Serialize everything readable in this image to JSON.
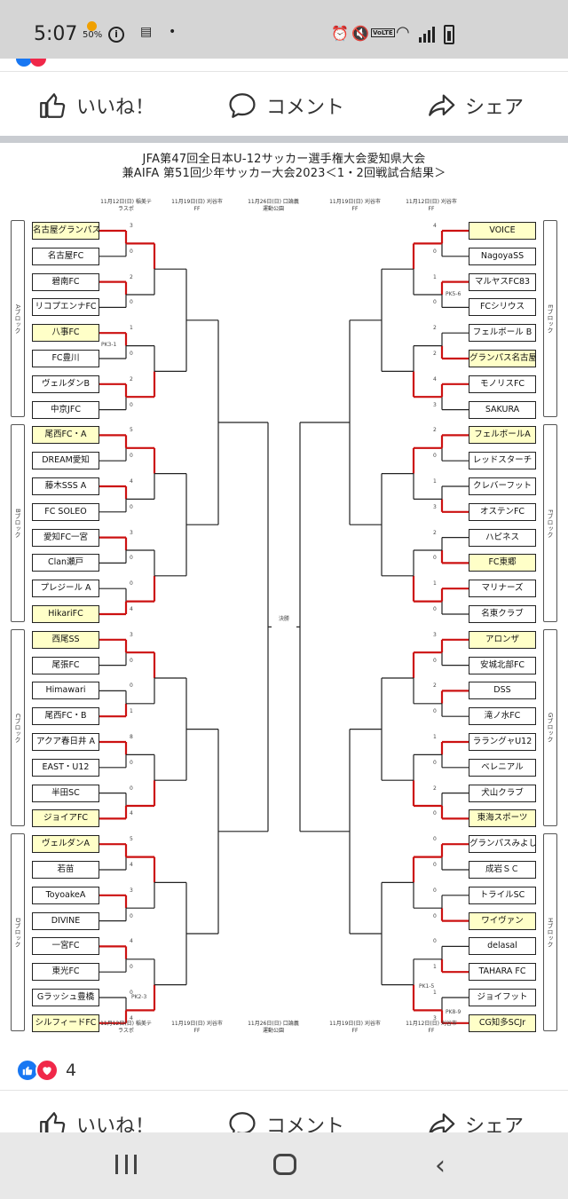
{
  "status": {
    "time": "5:07",
    "weather_percent": "50%",
    "network": "VoLTE"
  },
  "actions": {
    "like": "いいね！",
    "comment": "コメント",
    "share": "シェア"
  },
  "bracket": {
    "title_line1": "JFA第47回全日本U-12サッカー選手権大会愛知県大会",
    "title_line2": "兼AIFA 第51回少年サッカー大会2023＜1・2回戦試合結果＞",
    "dates_top": [
      "11月12日(日)\n稲美テラスポ",
      "11月19日(日)\n刈谷市FF",
      "11月26日(日)\n口論義運動公園",
      "11月19日(日)\n刈谷市FF",
      "11月12日(日)\n刈谷市FF"
    ],
    "dates_bottom": [
      "11月12日(日)\n稲美テラスポ",
      "11月19日(日)\n刈谷市FF",
      "11月26日(日)\n口論義運動公園",
      "11月19日(日)\n刈谷市FF",
      "11月12日(日)\n刈谷市FF"
    ],
    "left_teams": [
      {
        "name": "名古屋グランパス",
        "win": true
      },
      {
        "name": "名古屋FC",
        "win": false
      },
      {
        "name": "碧南FC",
        "win": false
      },
      {
        "name": "リコプエンナFC",
        "win": false
      },
      {
        "name": "八事FC",
        "win": true
      },
      {
        "name": "FC豊川",
        "win": false
      },
      {
        "name": "ヴェルダンB",
        "win": false
      },
      {
        "name": "中京JFC",
        "win": false
      },
      {
        "name": "尾西FC・A",
        "win": true
      },
      {
        "name": "DREAM愛知",
        "win": false
      },
      {
        "name": "藤木SSS A",
        "win": false
      },
      {
        "name": "FC SOLEO",
        "win": false
      },
      {
        "name": "愛知FC一宮",
        "win": false
      },
      {
        "name": "Clan瀬戸",
        "win": false
      },
      {
        "name": "プレジール A",
        "win": false
      },
      {
        "name": "HikariFC",
        "win": true
      },
      {
        "name": "西尾SS",
        "win": true
      },
      {
        "name": "尾張FC",
        "win": false
      },
      {
        "name": "Himawari",
        "win": false
      },
      {
        "name": "尾西FC・B",
        "win": false
      },
      {
        "name": "アクア春日井 A",
        "win": false
      },
      {
        "name": "EAST・U12",
        "win": false
      },
      {
        "name": "半田SC",
        "win": false
      },
      {
        "name": "ジョイアFC",
        "win": true
      },
      {
        "name": "ヴェルダンA",
        "win": true
      },
      {
        "name": "若苗",
        "win": false
      },
      {
        "name": "ToyoakeA",
        "win": false
      },
      {
        "name": "DIVINE",
        "win": false
      },
      {
        "name": "一宮FC",
        "win": false
      },
      {
        "name": "東光FC",
        "win": false
      },
      {
        "name": "Gラッシュ豊橋",
        "win": false
      },
      {
        "name": "シルフィードFC",
        "win": true
      }
    ],
    "right_teams": [
      {
        "name": "VOICE",
        "win": true
      },
      {
        "name": "NagoyaSS",
        "win": false
      },
      {
        "name": "マルヤスFC83",
        "win": false
      },
      {
        "name": "FCシリウス",
        "win": false
      },
      {
        "name": "フェルボール B",
        "win": false
      },
      {
        "name": "グランパス名古屋",
        "win": true
      },
      {
        "name": "モノリスFC",
        "win": false
      },
      {
        "name": "SAKURA",
        "win": false
      },
      {
        "name": "フェルボールA",
        "win": true
      },
      {
        "name": "レッドスターチ",
        "win": false
      },
      {
        "name": "クレバーフット",
        "win": false
      },
      {
        "name": "オステンFC",
        "win": false
      },
      {
        "name": "ハピネス",
        "win": false
      },
      {
        "name": "FC東郷",
        "win": true
      },
      {
        "name": "マリナーズ",
        "win": false
      },
      {
        "name": "名東クラブ",
        "win": false
      },
      {
        "name": "アロンザ",
        "win": true
      },
      {
        "name": "安城北部FC",
        "win": false
      },
      {
        "name": "DSS",
        "win": false
      },
      {
        "name": "滝ノ水FC",
        "win": false
      },
      {
        "name": "ララングャU12",
        "win": false
      },
      {
        "name": "ベレニアル",
        "win": false
      },
      {
        "name": "犬山クラブ",
        "win": false
      },
      {
        "name": "東海スポーツ",
        "win": true
      },
      {
        "name": "グランパスみよし",
        "win": false
      },
      {
        "name": "成岩ＳＣ",
        "win": false
      },
      {
        "name": "トライルSC",
        "win": false
      },
      {
        "name": "ワイヴァン",
        "win": true
      },
      {
        "name": "delasal",
        "win": false
      },
      {
        "name": "TAHARA FC",
        "win": false
      },
      {
        "name": "ジョイフット",
        "win": false
      },
      {
        "name": "CG知多SCJr",
        "win": true
      }
    ],
    "left_blocks": [
      "Aブロック",
      "Bブロック",
      "Cブロック",
      "Dブロック"
    ],
    "right_blocks": [
      "Eブロック",
      "Fブロック",
      "Gブロック",
      "Hブロック"
    ],
    "left_scores": [
      "3",
      "0",
      "2",
      "0",
      "1",
      "0",
      "2",
      "0",
      "5",
      "0",
      "4",
      "0",
      "3",
      "0",
      "0",
      "4",
      "3",
      "0",
      "0",
      "1",
      "8",
      "0",
      "0",
      "4",
      "5",
      "4",
      "3",
      "0",
      "4",
      "0",
      "0",
      "4"
    ],
    "right_scores": [
      "4",
      "0",
      "1",
      "0",
      "2",
      "2",
      "4",
      "3",
      "2",
      "0",
      "1",
      "3",
      "2",
      "0",
      "1",
      "0",
      "3",
      "0",
      "2",
      "0",
      "1",
      "0",
      "2",
      "0",
      "0",
      "0",
      "0",
      "0",
      "0",
      "1",
      "1",
      "3"
    ],
    "final_label": "決勝",
    "pk_labels": [
      "PK3-1",
      "PK5-6",
      "PK2-3",
      "PK1-5",
      "PK8-9"
    ]
  },
  "reactions": {
    "count": "4"
  },
  "colors": {
    "winner_line": "#cc1111",
    "winner_fill": "#ffffc8",
    "like_blue": "#1877f2",
    "heart_red": "#f02849"
  }
}
